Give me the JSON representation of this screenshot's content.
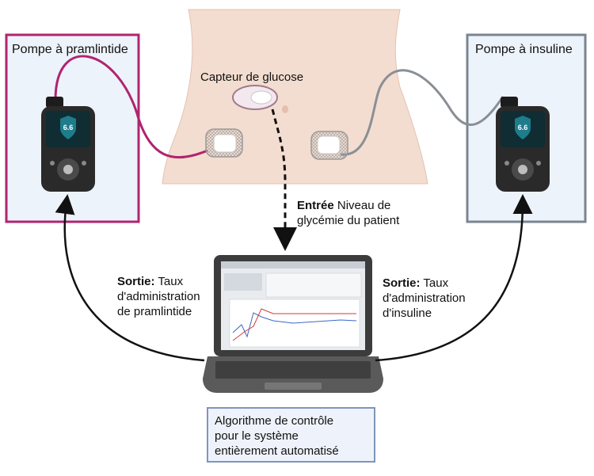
{
  "left_pump": {
    "label": "Pompe à pramlintide",
    "screen_value": "6.6"
  },
  "right_pump": {
    "label": "Pompe à insuline",
    "screen_value": "6.6"
  },
  "sensor": {
    "label": "Capteur de glucose"
  },
  "input_arrow": {
    "bold": "Entrée",
    "line1_rest": " Niveau de",
    "line2": "glycémie du patient"
  },
  "output_left": {
    "bold": "Sortie:",
    "line1_rest": " Taux",
    "line2": "d'administration",
    "line3": "de pramlintide"
  },
  "output_right": {
    "bold": "Sortie:",
    "line1_rest": " Taux",
    "line2": "d'administration",
    "line3": "d'insuline"
  },
  "algorithm": {
    "line1": "Algorithme de contrôle",
    "line2": "pour le système",
    "line3": "entièrement automatisé"
  },
  "colors": {
    "pramlintide_accent": "#b0246f",
    "insulin_accent": "#7b8591",
    "box_fill": "#eef3fb",
    "algo_border": "#7e95bd",
    "skin": "#f3ddd0"
  }
}
